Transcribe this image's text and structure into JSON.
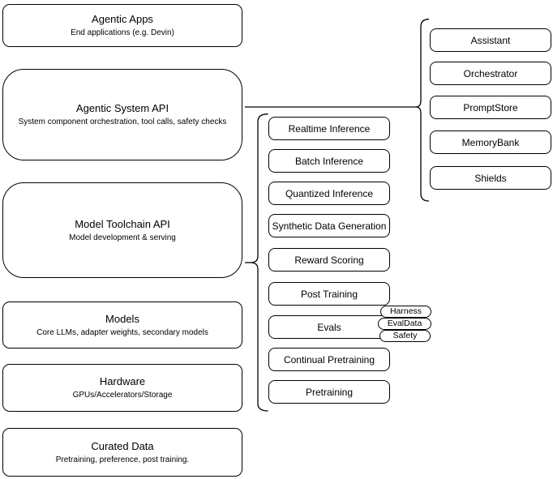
{
  "nodes": {
    "left_stack": [
      {
        "title": "Agentic Apps",
        "subtitle": "End applications (e.g. Devin)"
      },
      {
        "title": "Agentic System API",
        "subtitle": "System component orchestration, tool calls, safety checks"
      },
      {
        "title": "Model Toolchain API",
        "subtitle": "Model development & serving"
      },
      {
        "title": "Models",
        "subtitle": "Core LLMs, adapter weights, secondary models"
      },
      {
        "title": "Hardware",
        "subtitle": "GPUs/Accelerators/Storage"
      },
      {
        "title": "Curated Data",
        "subtitle": "Pretraining, preference, post training."
      }
    ],
    "toolchain_items": [
      "Realtime Inference",
      "Batch Inference",
      "Quantized Inference",
      "Synthetic Data Generation",
      "Reward Scoring",
      "Post Training",
      "Evals",
      "Continual Pretraining",
      "Pretraining"
    ],
    "evals_tags": [
      "Harness",
      "EvalData",
      "Safety"
    ],
    "system_components": [
      "Assistant",
      "Orchestrator",
      "PromptStore",
      "MemoryBank",
      "Shields"
    ]
  },
  "colors": {
    "stroke": "#000000",
    "fill": "#ffffff",
    "text": "#000000"
  }
}
